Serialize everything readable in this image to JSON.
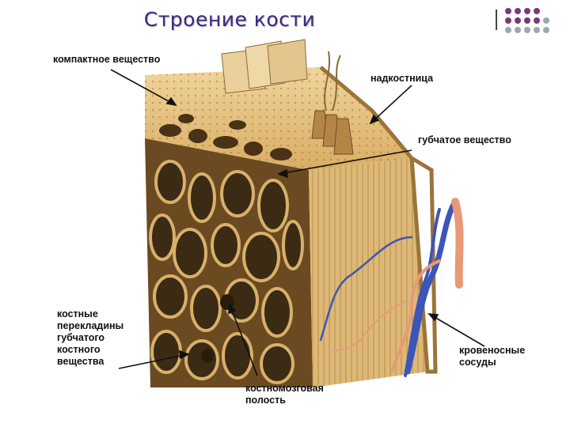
{
  "title": "Строение кости",
  "labels": {
    "compact": "компактное вещество",
    "periosteum": "надкостница",
    "spongy": "губчатое вещество",
    "trabeculae": "костные\nперекладины\nгубчатого\nкостного\nвещества",
    "vessels": "кровеносные\nсосуды",
    "marrow": "костномозговая\nполость"
  },
  "colors": {
    "title": "#3a2a78",
    "bone_light": "#e6c486",
    "bone_mid": "#c9974e",
    "bone_dark": "#5a3e1c",
    "cavity": "#3b2a14",
    "artery": "#e89a78",
    "vein": "#3b56b8",
    "dot_purple": "#7a3a7a",
    "dot_gray": "#9aa8b0"
  }
}
